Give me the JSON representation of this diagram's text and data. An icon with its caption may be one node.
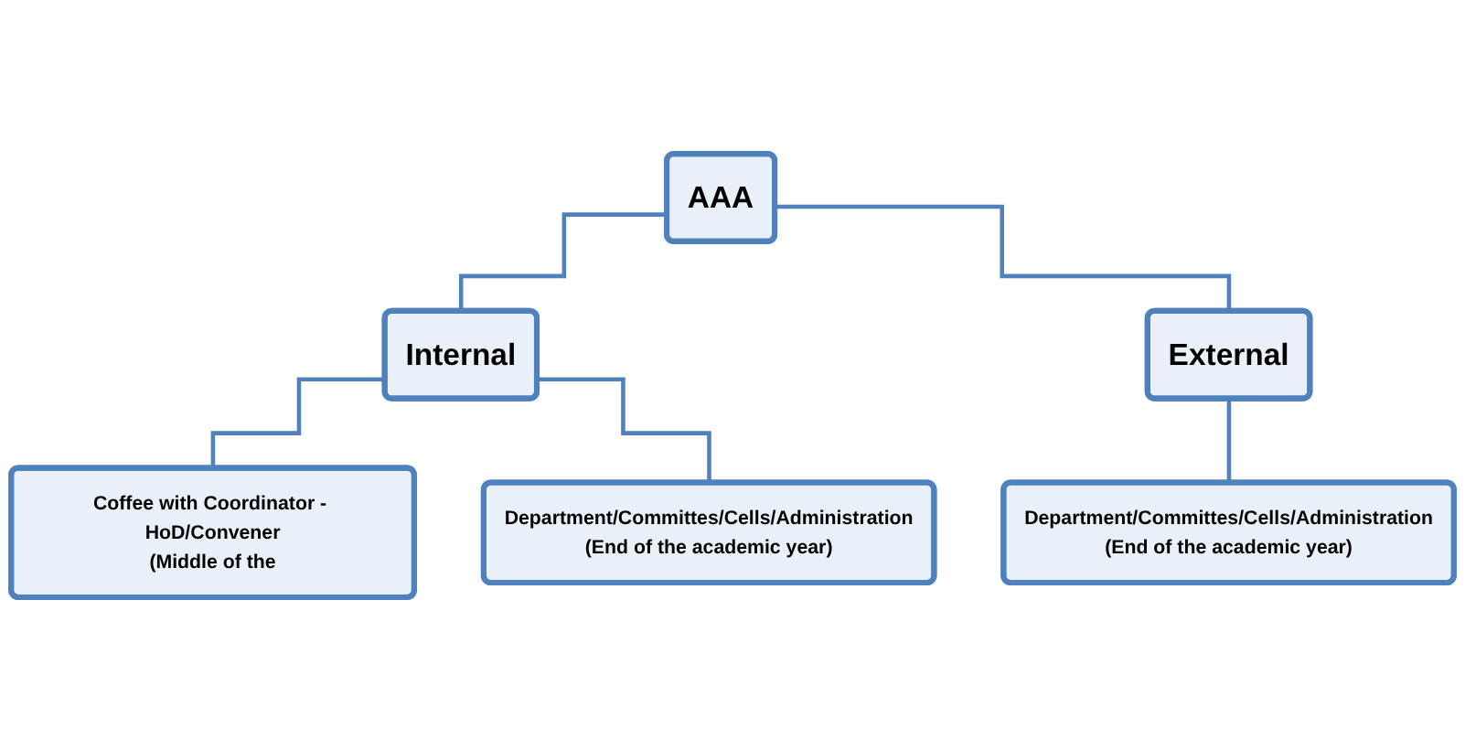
{
  "diagram": {
    "nodes": [
      {
        "text": [
          "AAA"
        ]
      },
      {
        "text": [
          "Internal"
        ]
      },
      {
        "text": [
          "External"
        ]
      },
      {
        "text": [
          "Coffee with Coordinator - HoD/Convener",
          "(Middle of the"
        ]
      },
      {
        "text": [
          "Department/Committes/Cells/Administration",
          "(End of the academic year)"
        ]
      },
      {
        "text": [
          "Department/Committes/Cells/Administration",
          "(End of the academic year)"
        ]
      }
    ],
    "edges": [
      {
        "from": 0,
        "to": 1,
        "arrow": "none"
      },
      {
        "from": 0,
        "to": 2,
        "arrow": "none"
      },
      {
        "from": 1,
        "to": 3,
        "arrow": "none"
      },
      {
        "from": 1,
        "to": 4,
        "arrow": "none"
      },
      {
        "from": 2,
        "to": 5,
        "arrow": "none"
      }
    ]
  }
}
